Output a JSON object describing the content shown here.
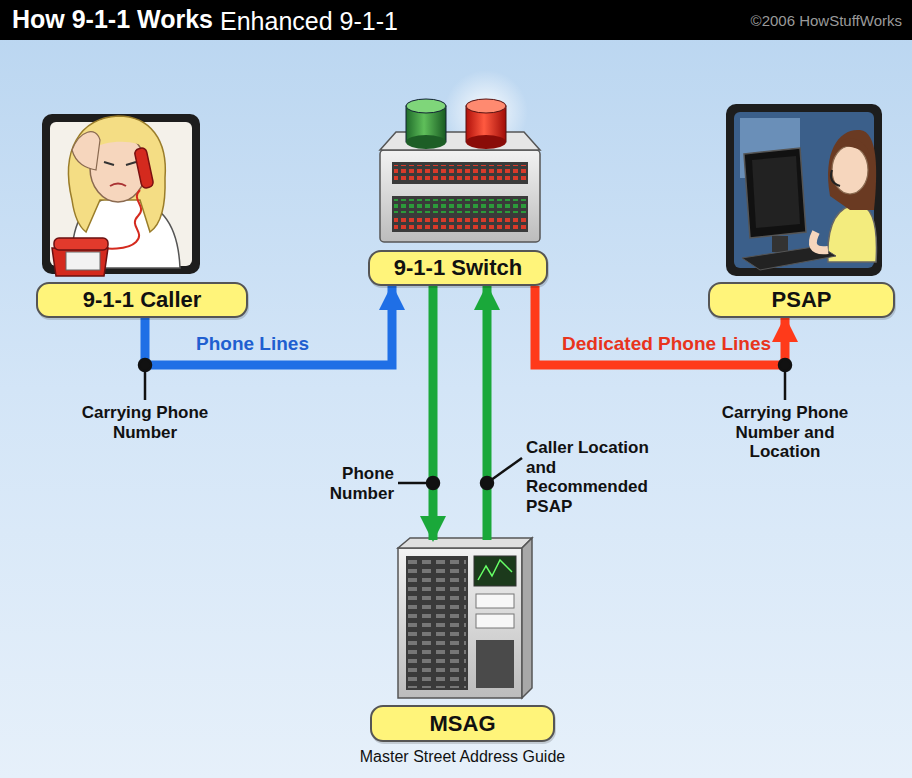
{
  "diagram": {
    "title": "How 9-1-1 Works",
    "nodes": [
      {
        "text": [
          "9-1-1 Caller"
        ]
      },
      {
        "text": [
          "9-1-1 Switch"
        ]
      },
      {
        "text": [
          "PSAP"
        ]
      },
      {
        "text": [
          "MSAG",
          "Master Street Address Guide"
        ]
      }
    ],
    "edges": [
      {
        "from": 0,
        "to": 1,
        "arrow": "to",
        "label": "Phone Lines"
      },
      {
        "from": 1,
        "to": 3,
        "arrow": "to"
      },
      {
        "from": 3,
        "to": 1,
        "arrow": "to"
      },
      {
        "from": 1,
        "to": 2,
        "arrow": "to",
        "label": "Dedicated Phone Lines"
      }
    ],
    "labels": [
      "Enhanced 9-1-1",
      "©2006 HowStuffWorks",
      "Carrying Phone Number",
      "Phone Number",
      "Caller Location and Recommended PSAP",
      "Carrying Phone Number and Location"
    ]
  }
}
